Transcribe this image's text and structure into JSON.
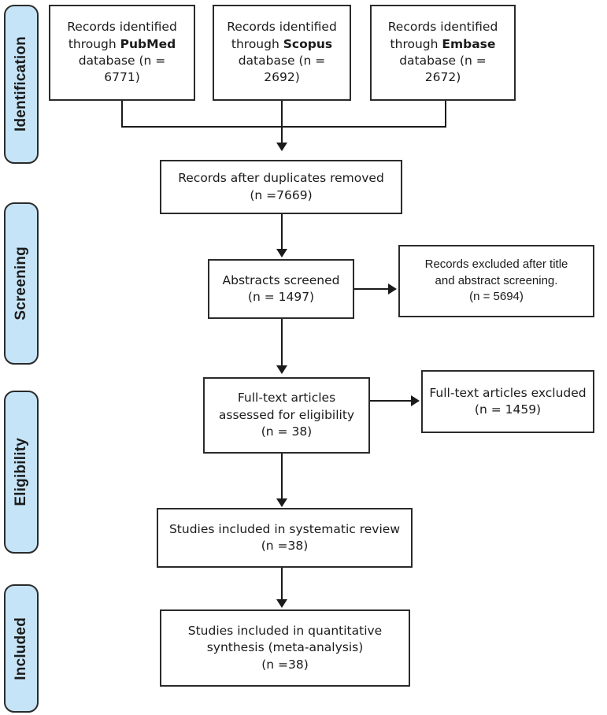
{
  "diagram": {
    "type": "prisma-flow-diagram",
    "title": "PRISMA study selection flow diagram",
    "accent_pill_fill": "#c5e4f8",
    "stroke_color": "#2b2b2b"
  },
  "stages": [
    {
      "id": "identification",
      "label": "Identification"
    },
    {
      "id": "screening",
      "label": "Screening"
    },
    {
      "id": "eligibility",
      "label": "Eligibility"
    },
    {
      "id": "included",
      "label": "Included"
    }
  ],
  "boxes": {
    "pubmed": {
      "text": "Records identified\nthrough ",
      "source": "PubMed",
      "tail": "\ndatabase (n =\n6771)",
      "n": 6771
    },
    "scopus": {
      "text": "Records identified\nthrough ",
      "source": "Scopus",
      "tail": "\ndatabase (n =\n2692)",
      "n": 2692
    },
    "embase": {
      "text": "Records identified\nthrough ",
      "source": "Embase",
      "tail": "\ndatabase (n =\n2672)",
      "n": 2672
    },
    "duplicates_removed": {
      "text": "Records after duplicates removed\n(n =7669)",
      "n": 7669
    },
    "abstracts_screened": {
      "text": "Abstracts screened\n(n = 1497)",
      "n": 1497
    },
    "records_excluded": {
      "text": "Records excluded after title\nand abstract screening.\n(n = 5694)",
      "n": 5694
    },
    "fulltext_assessed": {
      "text": "Full-text articles\nassessed for eligibility\n(n = 38)",
      "n": 38
    },
    "fulltext_excluded": {
      "text": "Full-text articles excluded\n(n = 1459)",
      "n": 1459
    },
    "included_systematic": {
      "text": "Studies included in systematic review\n(n =38)",
      "n": 38
    },
    "included_quantitative": {
      "text": "Studies included in quantitative\nsynthesis (meta-analysis)\n(n =38)",
      "n": 38
    }
  }
}
